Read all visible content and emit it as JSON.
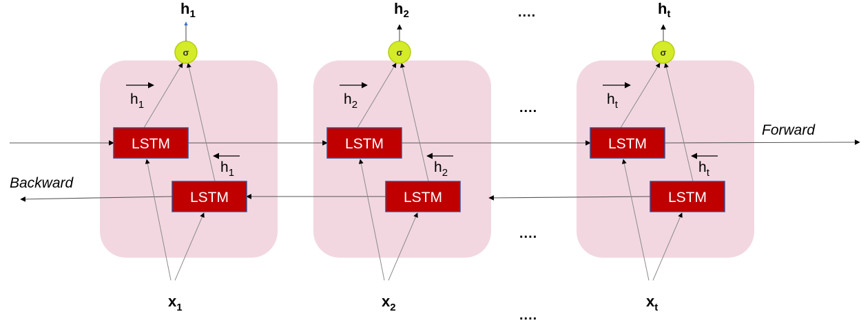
{
  "directions": {
    "forward": "Forward",
    "backward": "Backward"
  },
  "lstm_label": "LSTM",
  "sigma_symbol": "σ",
  "ellipsis": "....",
  "state_letter": "h",
  "input_letter": "x",
  "colors": {
    "cell_background": "#f2d7e1",
    "lstm_fill": "#c00000",
    "lstm_border": "#3b4d8c",
    "sigma_fill": "#d4ec27",
    "first_output_arrow": "#4472c4"
  },
  "timesteps": [
    {
      "subscript": "1",
      "highlighted_output": true
    },
    {
      "subscript": "2",
      "highlighted_output": false
    },
    {
      "subscript": "t",
      "highlighted_output": false
    }
  ]
}
